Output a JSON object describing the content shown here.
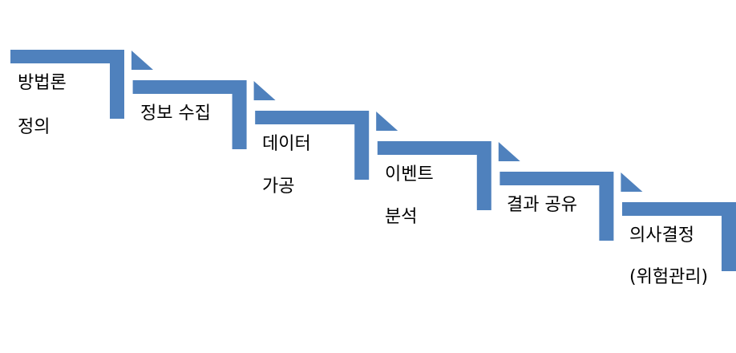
{
  "diagram": {
    "shape_color": "#4f81bd",
    "text_color": "#000000",
    "steps": [
      {
        "lines": [
          "방법론",
          "정의"
        ]
      },
      {
        "lines": [
          "정보 수집"
        ]
      },
      {
        "lines": [
          "데이터",
          "가공"
        ]
      },
      {
        "lines": [
          "이벤트",
          "분석"
        ]
      },
      {
        "lines": [
          "결과 공유"
        ]
      },
      {
        "lines": [
          "의사결정",
          "(위험관리)"
        ]
      }
    ]
  }
}
